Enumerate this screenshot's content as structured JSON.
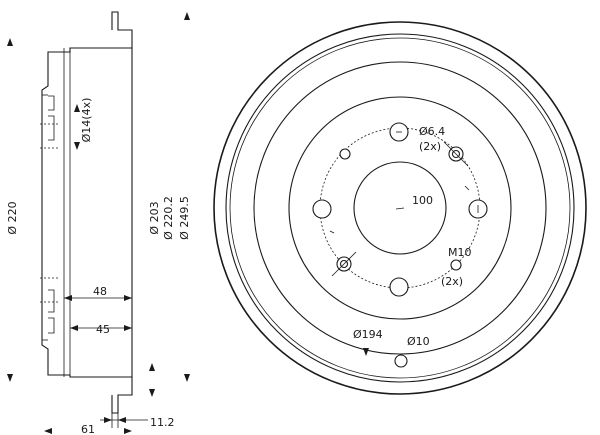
{
  "side_view": {
    "dims": {
      "d220": "Ø 220",
      "d14": "Ø14(4x)",
      "d203": "Ø 203",
      "d2202": "Ø 220.2",
      "d2495": "Ø 249.5",
      "w48": "48",
      "w45": "45",
      "w61": "61",
      "w112": "11.2"
    }
  },
  "front_view": {
    "labels": {
      "hole64": "Ø6.4",
      "hole64_count": "(2x)",
      "pcd100": "100",
      "m10": "M10",
      "m10_count": "(2x)",
      "d194": "Ø194",
      "d10": "Ø10"
    }
  },
  "colors": {
    "line": "#1a1a1a",
    "background": "#ffffff"
  }
}
